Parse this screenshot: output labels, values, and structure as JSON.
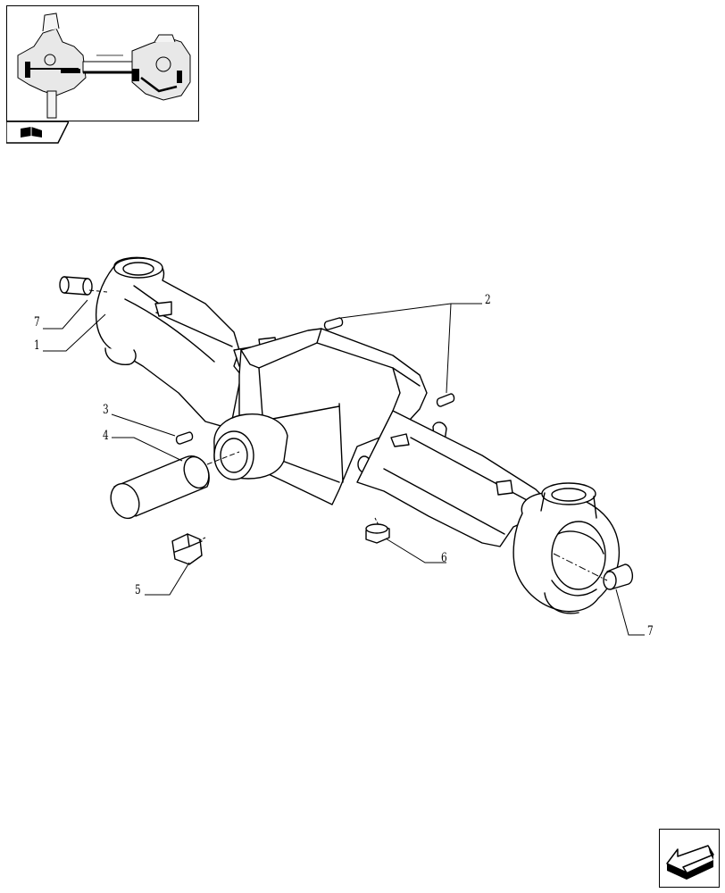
{
  "diagram": {
    "callouts": [
      {
        "id": "callout-7-left",
        "label": "7"
      },
      {
        "id": "callout-1",
        "label": "1"
      },
      {
        "id": "callout-2",
        "label": "2"
      },
      {
        "id": "callout-3",
        "label": "3"
      },
      {
        "id": "callout-4",
        "label": "4"
      },
      {
        "id": "callout-5",
        "label": "5"
      },
      {
        "id": "callout-6",
        "label": "6"
      },
      {
        "id": "callout-7-right",
        "label": "7"
      }
    ]
  },
  "icons": {
    "thumbnail": "axle-assembly-thumbnail-icon",
    "tab": "book-icon",
    "navigation": "back-arrow-icon"
  }
}
